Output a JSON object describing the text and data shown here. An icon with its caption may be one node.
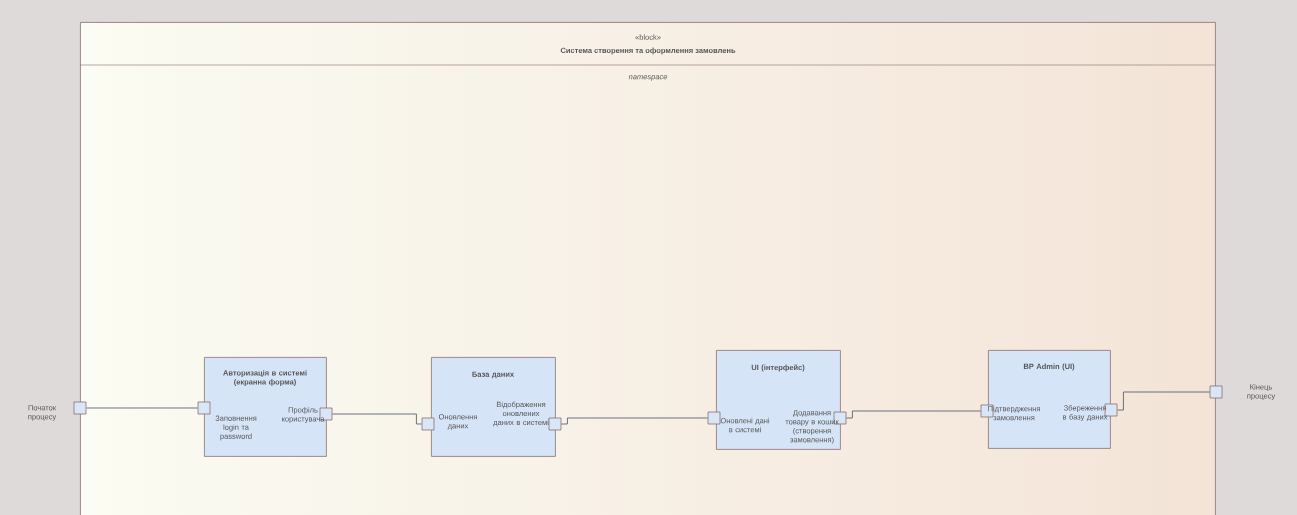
{
  "diagram": {
    "nodes": [
      {
        "text": [
          "«block»",
          "Система створення та оформлення замовлень",
          "namespace"
        ]
      },
      {
        "text": [],
        "shape": "box",
        "beside": [
          "Початок процесу"
        ]
      },
      {
        "text": [
          "Авторизація в системі (екранна форма)",
          "Заповнення login та password",
          "Профіль користувача"
        ],
        "in": 0
      },
      {
        "text": [],
        "shape": "box",
        "in": 2
      },
      {
        "text": [],
        "shape": "box",
        "in": 2
      },
      {
        "text": [
          "База даних",
          "Оновлення даних",
          "Відображення оновлених даних в системі"
        ],
        "in": 0
      },
      {
        "text": [],
        "shape": "box",
        "in": 5
      },
      {
        "text": [],
        "shape": "box",
        "in": 5
      },
      {
        "text": [
          "UI (інтерфейс)",
          "Оновлені дані в системі",
          "Додавання товару в кошик (створення замовлення)"
        ],
        "in": 0
      },
      {
        "text": [],
        "shape": "box",
        "in": 8
      },
      {
        "text": [],
        "shape": "box",
        "in": 8
      },
      {
        "text": [
          "BP Admin (UI)",
          "Підтвердження замовлення",
          "Збереження в базу даних"
        ],
        "in": 0
      },
      {
        "text": [],
        "shape": "box",
        "in": 11
      },
      {
        "text": [],
        "shape": "box",
        "in": 11
      },
      {
        "text": [],
        "shape": "box",
        "beside": [
          "Кінець процесу"
        ]
      }
    ],
    "edges": [
      {
        "from": 1,
        "to": 3,
        "arrow": "none"
      },
      {
        "from": 4,
        "to": 6,
        "arrow": "none"
      },
      {
        "from": 7,
        "to": 9,
        "arrow": "none"
      },
      {
        "from": 10,
        "to": 12,
        "arrow": "none"
      },
      {
        "from": 13,
        "to": 14,
        "arrow": "none"
      }
    ]
  }
}
